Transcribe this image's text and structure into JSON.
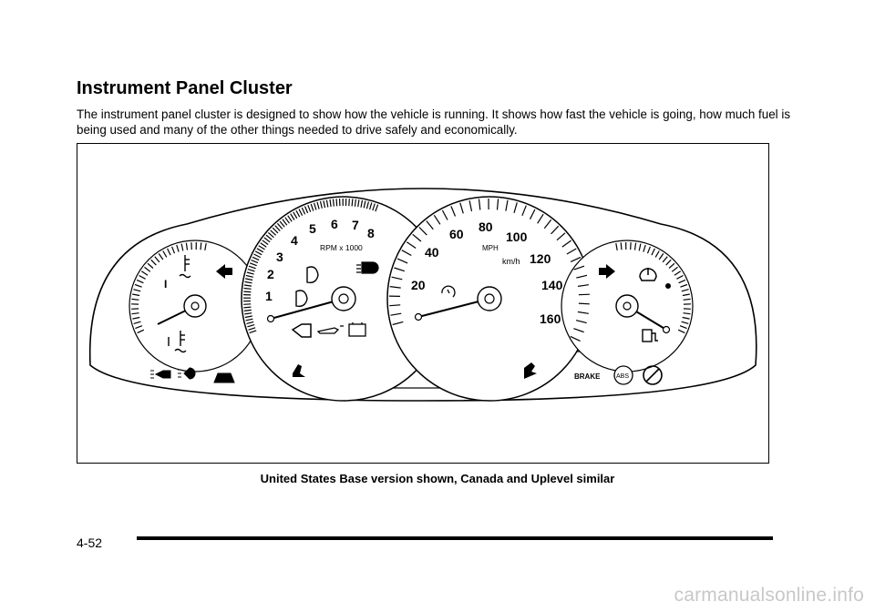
{
  "page": {
    "title": "Instrument Panel Cluster",
    "intro": "The instrument panel cluster is designed to show how the vehicle is running. It shows how fast the vehicle is going, how much fuel is being used and many of the other things needed to drive safely and economically.",
    "caption": "United States Base version shown, Canada and Uplevel similar",
    "page_number": "4-52",
    "watermark": "carmanualsonline.info"
  },
  "cluster": {
    "tach_numbers": [
      "1",
      "2",
      "3",
      "4",
      "5",
      "6",
      "7",
      "8"
    ],
    "tach_unit": "RPM x 1000",
    "speed_mph": [
      "20",
      "40",
      "60",
      "80",
      "100",
      "120",
      "140",
      "160"
    ],
    "speed_unit_mph": "MPH",
    "speed_unit_kmh": "km/h",
    "brake_label": "BRAKE",
    "abs_label": "ABS",
    "icons": [
      "coolant-temp-icon",
      "turn-signal-left-icon",
      "turn-signal-right-icon",
      "tire-pressure-icon",
      "fuel-pump-icon",
      "headlamp-high-beam-icon",
      "fog-lamp-icon",
      "security-icon",
      "seatbelt-icon",
      "airbag-icon",
      "abs-icon",
      "traction-control-icon",
      "check-engine-icon",
      "oil-pressure-icon",
      "battery-icon",
      "cruise-control-icon"
    ]
  }
}
